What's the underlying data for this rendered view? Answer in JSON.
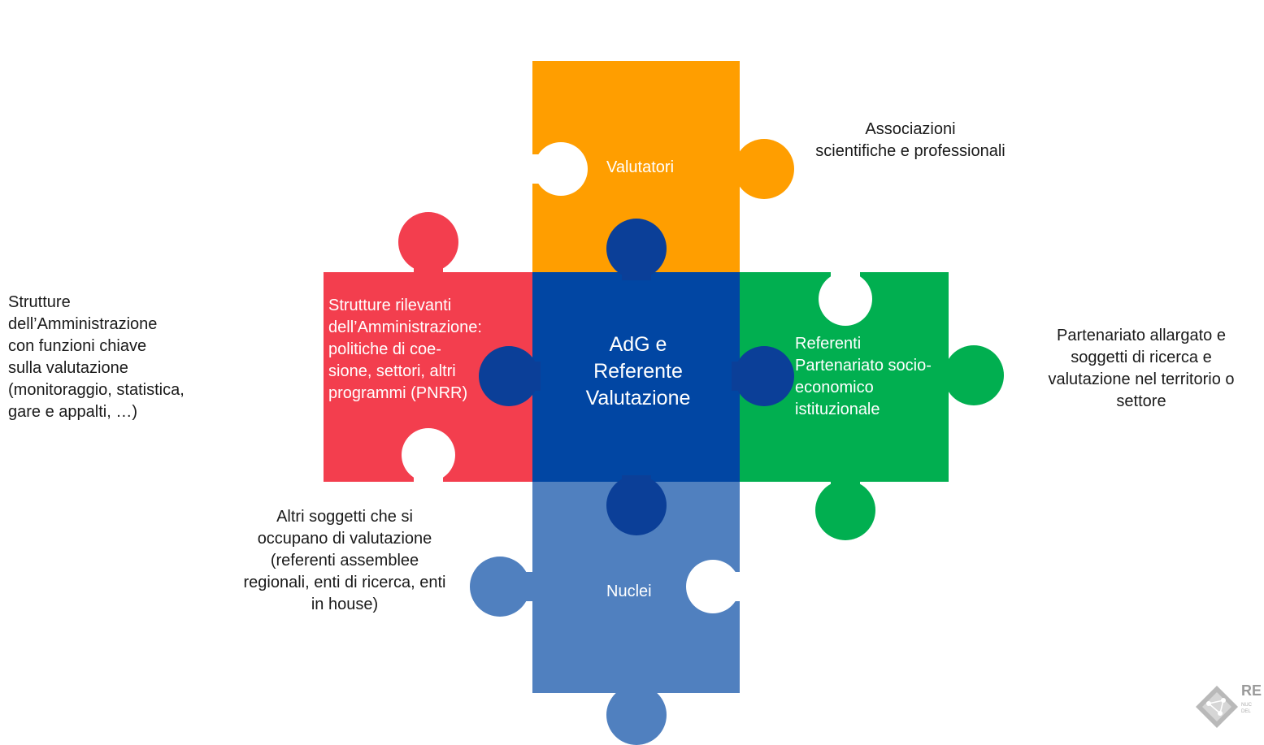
{
  "colors": {
    "valutatori": "#FF9E00",
    "strutture": "#F33E4E",
    "adg": "#0146A3",
    "referenti": "#01AF50",
    "nuclei": "#5080BF",
    "knob_dark": "#0B3F98"
  },
  "pieces": {
    "top_label": "Valutatori",
    "left_label": "Strutture rilevanti\ndell’Amministrazione:\npolitiche di coe-\nsione, settori, altri\nprogrammi (PNRR)",
    "center_label": "AdG  e\nReferente\nValutazione",
    "right_label": "Referenti\nPartenariato socio-\neconomico\nistituzionale",
    "bottom_label": "Nuclei"
  },
  "outer": {
    "associazioni": "Associazioni\nscientifiche e professionali",
    "strutture": "Strutture\ndell’Amministrazione\ncon funzioni chiave\nsulla valutazione\n(monitoraggio, statistica,\ngare e appalti, …)",
    "partenariato": "Partenariato allargato e\nsoggetti di ricerca e\nvalutazione nel territorio o\nsettore",
    "altri": "Altri soggetti  che si\noccupano di valutazione\n(referenti assemblee\nregionali, enti di ricerca, enti\nin house)"
  },
  "logo": {
    "text": "RE",
    "small": "NUC\nDEL"
  }
}
